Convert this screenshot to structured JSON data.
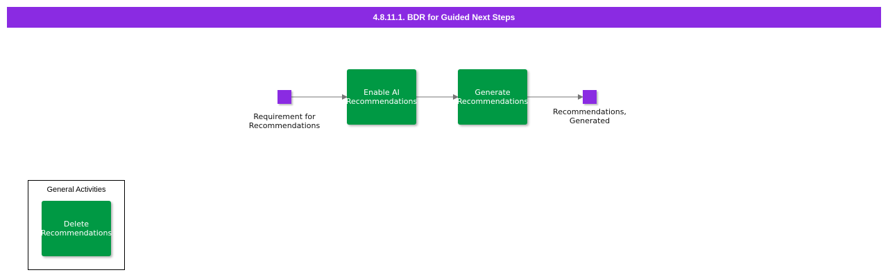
{
  "title": "4.8.11.1. BDR for Guided Next Steps",
  "colors": {
    "title_bar": "#8a2be2",
    "event": "#8a2be2",
    "activity": "#009944",
    "connector": "#777777"
  },
  "flow": {
    "start_event": {
      "label": "Requirement for\nRecommendations"
    },
    "activities": [
      {
        "label": "Enable AI\nRecommendations"
      },
      {
        "label": "Generate\nRecommendations"
      }
    ],
    "end_event": {
      "label": "Recommendations,\nGenerated"
    }
  },
  "general_activities": {
    "title": "General Activities",
    "activities": [
      {
        "label": "Delete\nRecommendations"
      }
    ]
  }
}
